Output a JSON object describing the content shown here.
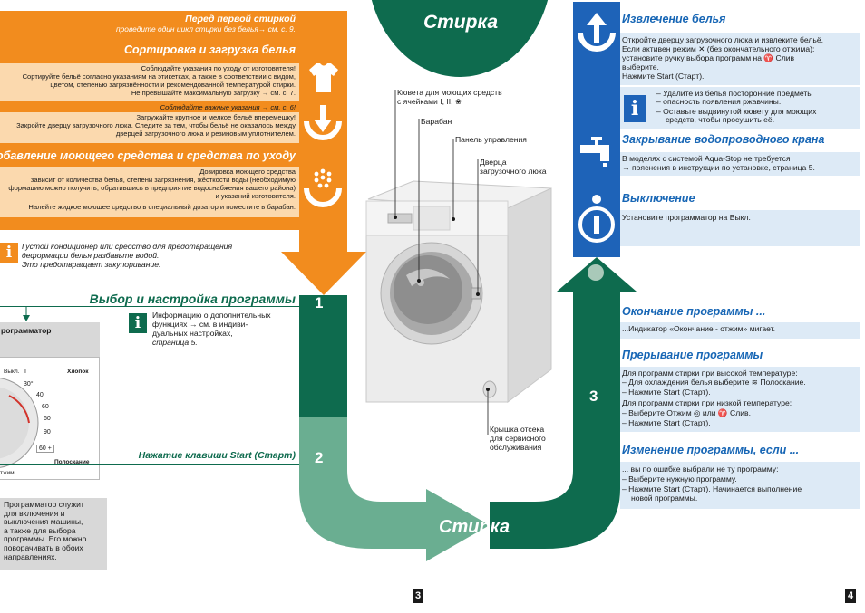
{
  "colors": {
    "orange": "#f28c1e",
    "orange_light": "#fbd9ae",
    "green": "#0e6b4e",
    "green_light": "#6aae91",
    "blue": "#1e63b8",
    "blue_light": "#ddeaf6",
    "heading_blue": "#1766b5"
  },
  "left": {
    "first_wash_title": "Перед первой стиркой",
    "first_wash_note": "проведите один цикл стирки без белья→ см. с. 9.",
    "sorting_title": "Сортировка и загрузка белья",
    "sorting_lines": [
      "Соблюдайте указания по уходу от изготовителя!",
      "Сортируйте бельё согласно указаниям на этикетках, а также в соответствии с видом,",
      "цветом, степенью загрязнённости и рекомендованной температурой стирки.",
      "Не превышайте максимальную загрузку → см. с. 7."
    ],
    "load_note": "Соблюдайте важные указания → см. с. 6!",
    "load_lines": [
      "Загружайте крупное и мелкое бельё вперемешку!",
      "Закройте дверцу загрузочного люка. Следите за тем, чтобы бельё не оказалось между",
      "дверцей загрузочного люка и резиновым уплотнителем."
    ],
    "detergent_title": "обавление моющего средства и средства по уходу",
    "detergent_lines": [
      "Дозировка моющего средства",
      "зависит от количества белья, степени загрязнения, жёсткости воды (необходимую",
      "формацию можно получить, обратившись в предприятие водоснабжения вашего района)",
      "и указаний изготовителя.",
      "Налейте жидкое моющее средство в специальный дозатор и поместите в барабан."
    ],
    "softener_lines": [
      "Густой кондиционер или средство для предотвращения",
      "деформации белья разбавьте водой.",
      "Это предотвращает закупоривание."
    ],
    "program_title": "Выбор и настройка программы",
    "programmer_label": "рограмматор",
    "info_lines": [
      "Информацию о дополнительных",
      "функциях → см. в индиви-",
      "дуальных настройках,",
      "страница 5."
    ],
    "dial_labels": {
      "off": "Выкл.",
      "off_mark": "I",
      "cotton": "Хлопок",
      "t30": "30°",
      "t40": "40",
      "t60": "60",
      "t60b": "60",
      "t90": "90",
      "t60plus": "60 +",
      "rinse": "Полоскание",
      "spin": "тжим"
    },
    "start_key": "Нажатие клавиши Start (Старт)",
    "programmer_desc": [
      "Программатор служит",
      "для включения и",
      "выключения машины,",
      "а также для выбора",
      "программы. Его можно",
      "поворачивать в обоих",
      "направлениях."
    ]
  },
  "center": {
    "top_title": "Стирка",
    "bottom_title": "Стирка",
    "step1": "1",
    "step2": "2",
    "step3": "3",
    "labels": {
      "dispenser_1": "Кювета для моющих средств",
      "dispenser_2": "с ячейками I, II, ❀",
      "drum": "Барабан",
      "panel": "Панель управления",
      "door_1": "Дверца",
      "door_2": "загрузочного люка",
      "service_1": "Крышка отсека",
      "service_2": "для сервисного",
      "service_3": "обслуживания"
    }
  },
  "right": {
    "unload_title": "Извлечение белья",
    "unload_lines": [
      "Откройте дверцу загрузочного люка и извлеките бельё.",
      "Если активен режим ✕ (без окончательного отжима):",
      "установите ручку выбора программ на ♈ Слив",
      "выберите.",
      "Нажмите Start (Старт)."
    ],
    "unload_tips": [
      "– Удалите из белья посторонние предметы",
      "– опасность появления ржавчины.",
      "– Оставьте выдвинутой кювету для моющих",
      "средств, чтобы просушить её."
    ],
    "tap_title": "Закрывание водопроводного крана",
    "tap_lines": [
      "В моделях с системой Aqua-Stop не требуется",
      "→ пояснения в инструкции по установке, страница 5."
    ],
    "off_title": "Выключение",
    "off_line": "Установите программатор на Выкл.",
    "end_title": "Окончание программы ...",
    "end_line": "...Индикатор «Окончание - отжим» мигает.",
    "interrupt_title": "Прерывание программы",
    "interrupt_lines": [
      "Для программ стирки при высокой температуре:",
      "– Для охлаждения белья выберите ≋ Полоскание.",
      "– Нажмите Start (Старт).",
      "Для программ стирки при низкой температуре:",
      "– Выберите Отжим ◎ или ♈ Слив.",
      "– Нажмите Start (Старт)."
    ],
    "change_title": "Изменение программы, если ...",
    "change_lines": [
      "... вы по ошибке выбрали не ту программу:",
      "– Выберите нужную программу.",
      "– Нажмите Start (Старт). Начинается выполнение",
      "новой программы."
    ]
  },
  "page_numbers": {
    "left": "3",
    "right": "4"
  }
}
